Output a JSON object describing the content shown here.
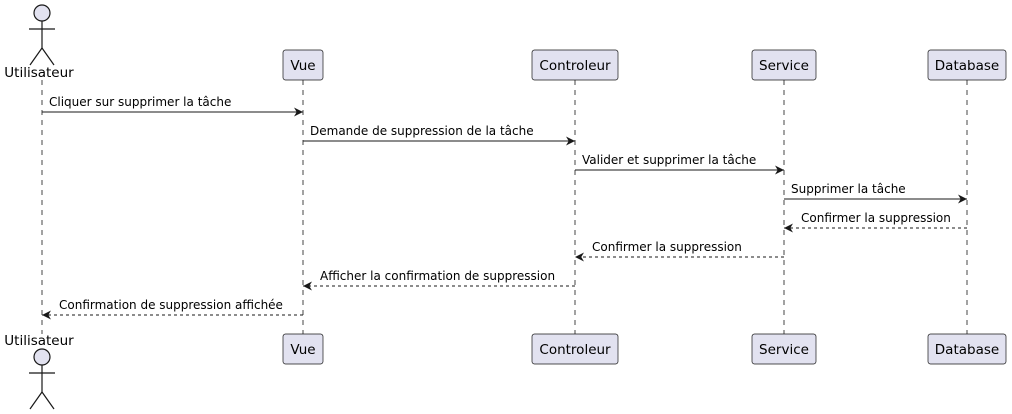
{
  "colors": {
    "participant_fill": "#E2E2F0",
    "participant_stroke": "#181818",
    "lifeline": "#181818",
    "arrow": "#181818"
  },
  "participants": [
    {
      "id": "utilisateur",
      "label": "Utilisateur",
      "kind": "actor"
    },
    {
      "id": "vue",
      "label": "Vue",
      "kind": "participant"
    },
    {
      "id": "controleur",
      "label": "Controleur",
      "kind": "participant"
    },
    {
      "id": "service",
      "label": "Service",
      "kind": "participant"
    },
    {
      "id": "database",
      "label": "Database",
      "kind": "participant"
    }
  ],
  "messages": [
    {
      "from": "utilisateur",
      "to": "vue",
      "label": "Cliquer sur supprimer la tâche",
      "style": "solid"
    },
    {
      "from": "vue",
      "to": "controleur",
      "label": "Demande de suppression de la tâche",
      "style": "solid"
    },
    {
      "from": "controleur",
      "to": "service",
      "label": "Valider et supprimer la tâche",
      "style": "solid"
    },
    {
      "from": "service",
      "to": "database",
      "label": "Supprimer la tâche",
      "style": "solid"
    },
    {
      "from": "database",
      "to": "service",
      "label": "Confirmer la suppression",
      "style": "dashed"
    },
    {
      "from": "service",
      "to": "controleur",
      "label": "Confirmer la suppression",
      "style": "dashed"
    },
    {
      "from": "controleur",
      "to": "vue",
      "label": "Afficher la confirmation de suppression",
      "style": "dashed"
    },
    {
      "from": "vue",
      "to": "utilisateur",
      "label": "Confirmation de suppression affichée",
      "style": "dashed"
    }
  ]
}
